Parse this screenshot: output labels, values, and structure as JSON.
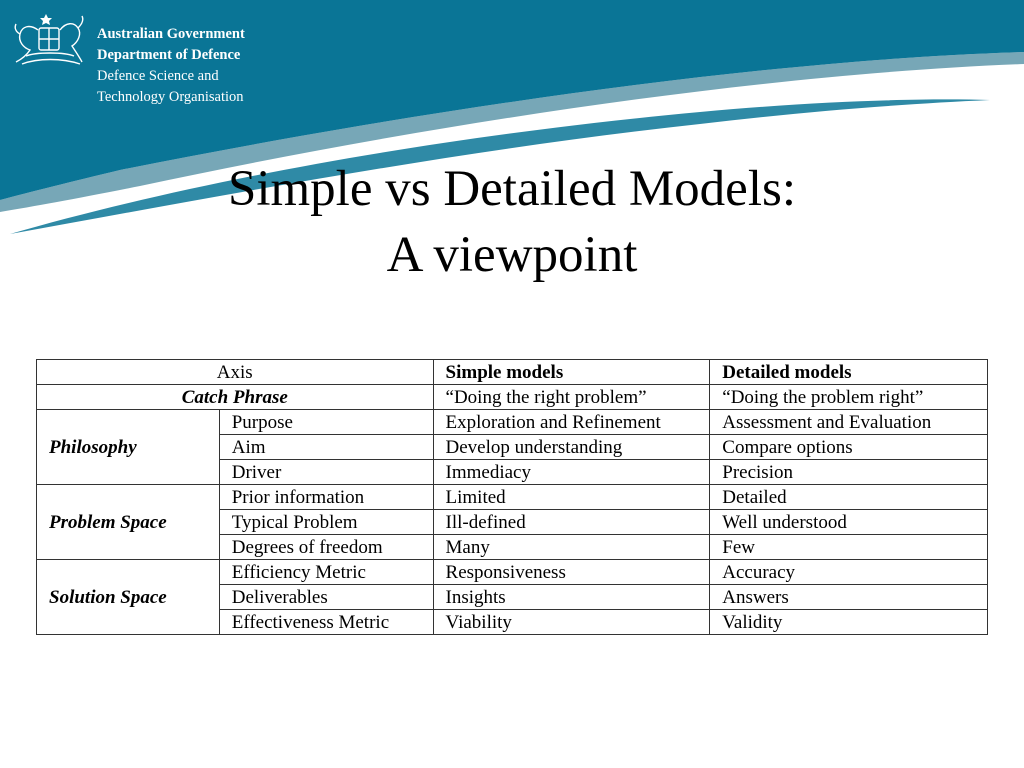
{
  "header": {
    "org_line1": "Australian Government",
    "org_line2": "Department of Defence",
    "org_line3": "Defence Science and",
    "org_line4": "Technology Organisation",
    "crest_icon": "coat-of-arms-icon",
    "colors": {
      "band": "#0a7596",
      "band_dark": "#075f7c",
      "text": "#ffffff"
    }
  },
  "title": {
    "line1": "Simple vs Detailed Models:",
    "line2": "A viewpoint"
  },
  "table": {
    "headers": {
      "axis": "Axis",
      "simple": "Simple models",
      "detailed": "Detailed models"
    },
    "catch_phrase": {
      "label": "Catch Phrase",
      "simple": "“Doing the right problem”",
      "detailed": "“Doing the problem right”"
    },
    "groups": [
      {
        "label": "Philosophy",
        "rows": [
          {
            "axis": "Purpose",
            "simple": "Exploration and Refinement",
            "detailed": "Assessment and Evaluation"
          },
          {
            "axis": "Aim",
            "simple": "Develop understanding",
            "detailed": "Compare options"
          },
          {
            "axis": "Driver",
            "simple": "Immediacy",
            "detailed": "Precision"
          }
        ]
      },
      {
        "label": "Problem Space",
        "rows": [
          {
            "axis": "Prior information",
            "simple": "Limited",
            "detailed": "Detailed"
          },
          {
            "axis": "Typical Problem",
            "simple": "Ill-defined",
            "detailed": "Well understood"
          },
          {
            "axis": "Degrees of freedom",
            "simple": "Many",
            "detailed": "Few"
          }
        ]
      },
      {
        "label": "Solution Space",
        "rows": [
          {
            "axis": "Efficiency Metric",
            "simple": "Responsiveness",
            "detailed": "Accuracy"
          },
          {
            "axis": "Deliverables",
            "simple": "Insights",
            "detailed": "Answers"
          },
          {
            "axis": "Effectiveness Metric",
            "simple": "Viability",
            "detailed": "Validity"
          }
        ]
      }
    ]
  }
}
